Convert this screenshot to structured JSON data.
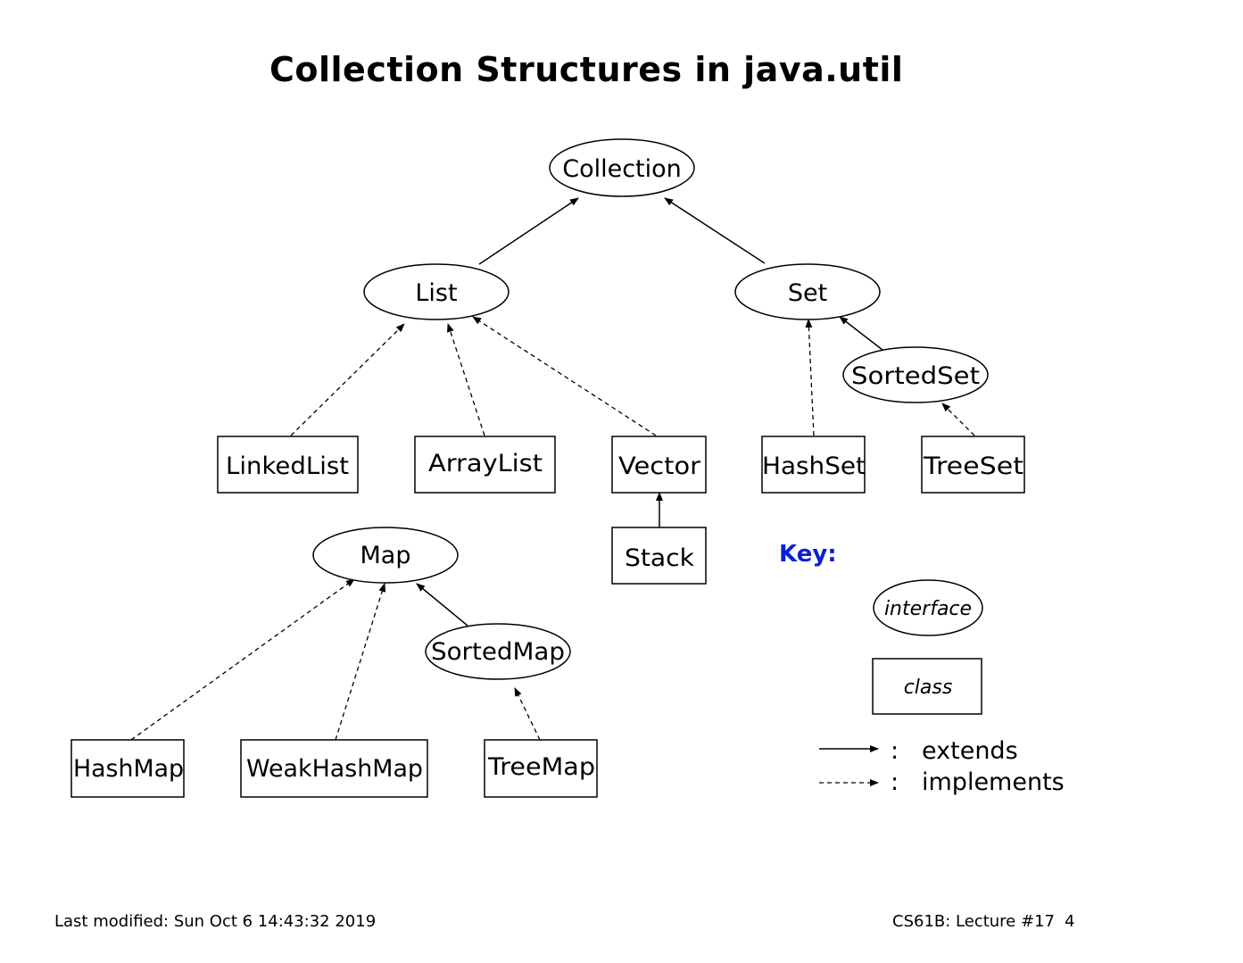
{
  "title": "Collection Structures in java.util",
  "nodes": {
    "collection": "Collection",
    "list": "List",
    "set": "Set",
    "sortedset": "SortedSet",
    "linkedlist": "LinkedList",
    "arraylist": "ArrayList",
    "vector": "Vector",
    "hashset": "HashSet",
    "treeset": "TreeSet",
    "stack": "Stack",
    "map": "Map",
    "sortedmap": "SortedMap",
    "hashmap": "HashMap",
    "weakhashmap": "WeakHashMap",
    "treemap": "TreeMap"
  },
  "key": {
    "title": "Key:",
    "interface_label": "interface",
    "class_label": "class",
    "extends_colon": ":",
    "extends_label": "extends",
    "implements_colon": ":",
    "implements_label": "implements"
  },
  "footer": {
    "last_modified": "Last modified: Sun Oct 6 14:43:32 2019",
    "lecture": "CS61B: Lecture #17",
    "page": "4"
  },
  "colors": {
    "key_title": "#0a1fd6",
    "stroke": "#000000"
  }
}
